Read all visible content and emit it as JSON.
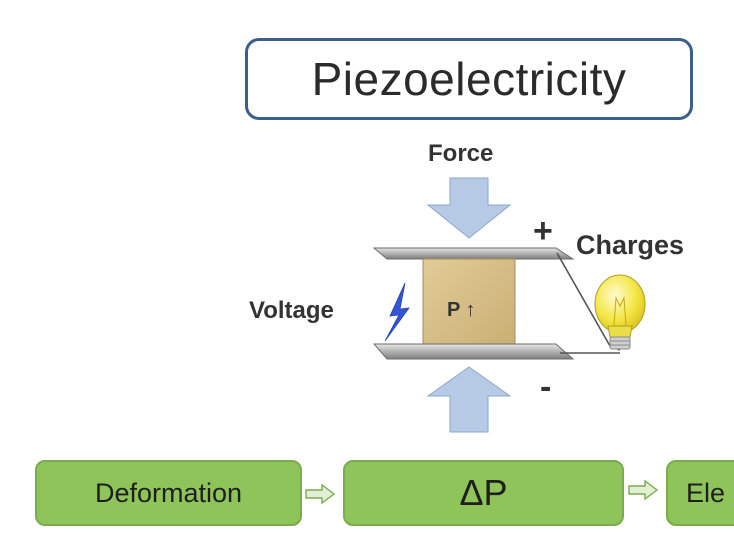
{
  "title": "Piezoelectricity",
  "diagram": {
    "force_label": "Force",
    "charges_label": "Charges",
    "voltage_label": "Voltage",
    "plus_sign": "+",
    "minus_sign": "-",
    "polarization_label": "P ↑"
  },
  "flow": {
    "steps": [
      "Deformation",
      "ΔP",
      "Ele"
    ]
  },
  "colors": {
    "title_border": "#3b5f8a",
    "flow_box": "#8fc45a",
    "crystal": "#d8bf85",
    "arrow_fill": "#b7cae5",
    "bulb": "#f2e44a",
    "lightning": "#3356d6"
  }
}
